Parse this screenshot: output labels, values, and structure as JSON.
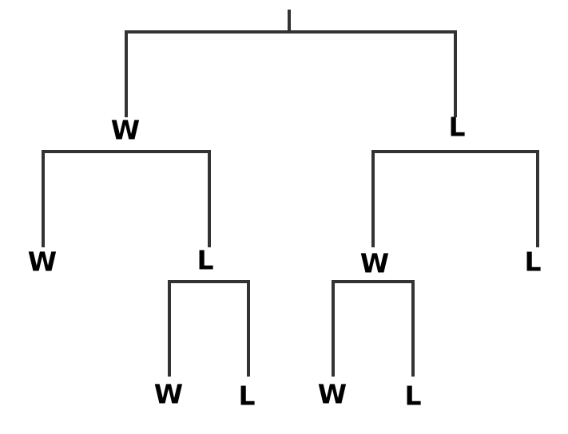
{
  "tree": {
    "nodes": [
      {
        "id": "w1",
        "label": "W"
      },
      {
        "id": "l1",
        "label": "L"
      },
      {
        "id": "w2",
        "label": "W"
      },
      {
        "id": "l2",
        "label": "L"
      },
      {
        "id": "w3",
        "label": "W"
      },
      {
        "id": "l3",
        "label": "L"
      },
      {
        "id": "w4",
        "label": "W"
      },
      {
        "id": "l4",
        "label": "L"
      },
      {
        "id": "w5",
        "label": "W"
      },
      {
        "id": "l5",
        "label": "L"
      }
    ],
    "colors": {
      "line": "#333333",
      "text": "#000000",
      "background": "#ffffff"
    }
  }
}
